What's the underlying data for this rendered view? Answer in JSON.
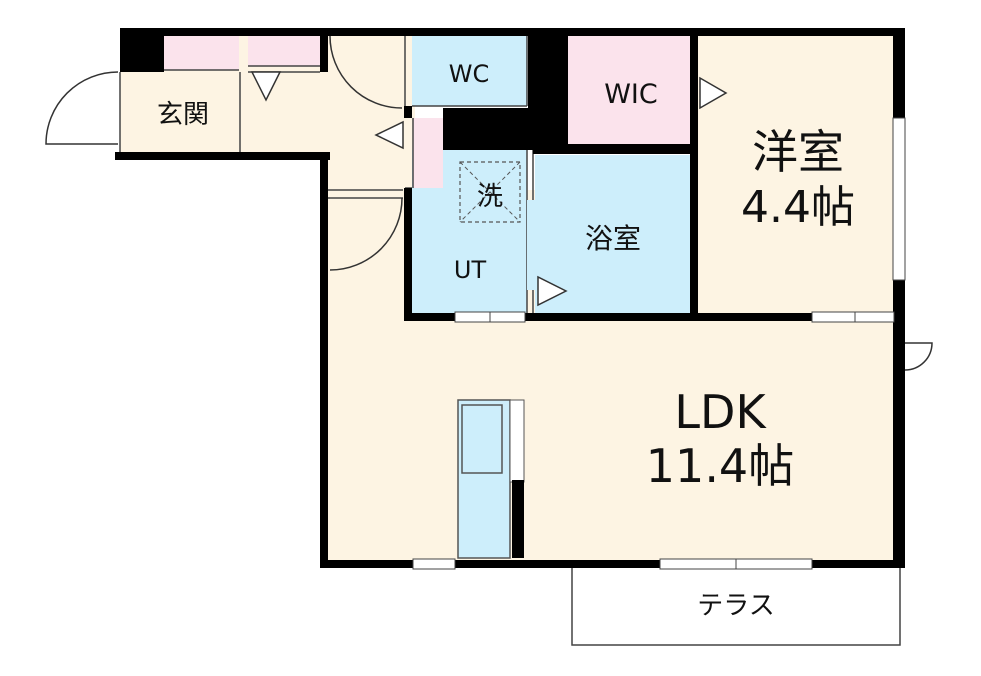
{
  "rooms": {
    "genkan": "玄関",
    "wc": "WC",
    "wic": "WIC",
    "western_room_name": "洋室",
    "western_room_size": "4.4帖",
    "wash_mark": "洗",
    "bath": "浴室",
    "ut": "UT",
    "ldk_name": "LDK",
    "ldk_size": "11.4帖",
    "terrace": "テラス"
  },
  "colors": {
    "floor": "#fdf4e3",
    "wet_area": "#cdeefb",
    "storage": "#fbe3ec",
    "wall": "#000000",
    "background": "#ffffff"
  }
}
